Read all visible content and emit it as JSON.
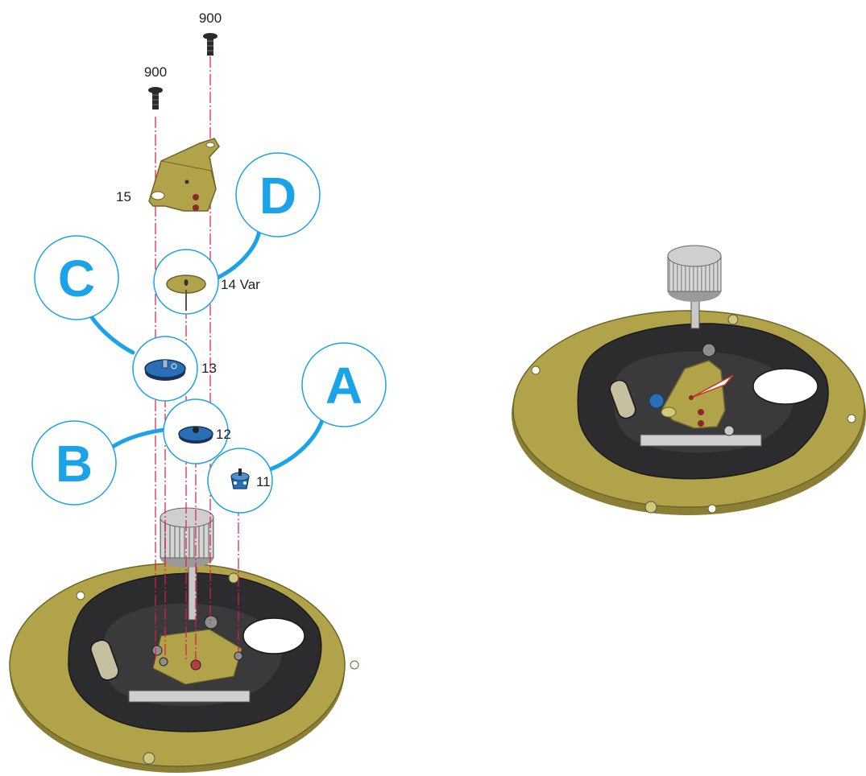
{
  "colors": {
    "brass": "#b0a34a",
    "brass_dark": "#7b7130",
    "plate_black": "#2c2c2e",
    "steel": "#c9c9c9",
    "blue_wheel": "#2a6fb5",
    "callout": "#1aa3e8",
    "guide_line": "#e0184c"
  },
  "labels": {
    "screw_left": "900",
    "screw_right": "900",
    "part_15": "15",
    "part_14": "14 Var",
    "part_13": "13",
    "part_12": "12",
    "part_11": "11"
  },
  "callouts": {
    "a": "A",
    "b": "B",
    "c": "C",
    "d": "D"
  },
  "icons": {
    "screw": "screw-icon",
    "bridge": "bridge-plate-icon",
    "wheel": "gear-wheel-icon",
    "crown": "crown-icon",
    "movement": "movement-plate-icon"
  }
}
